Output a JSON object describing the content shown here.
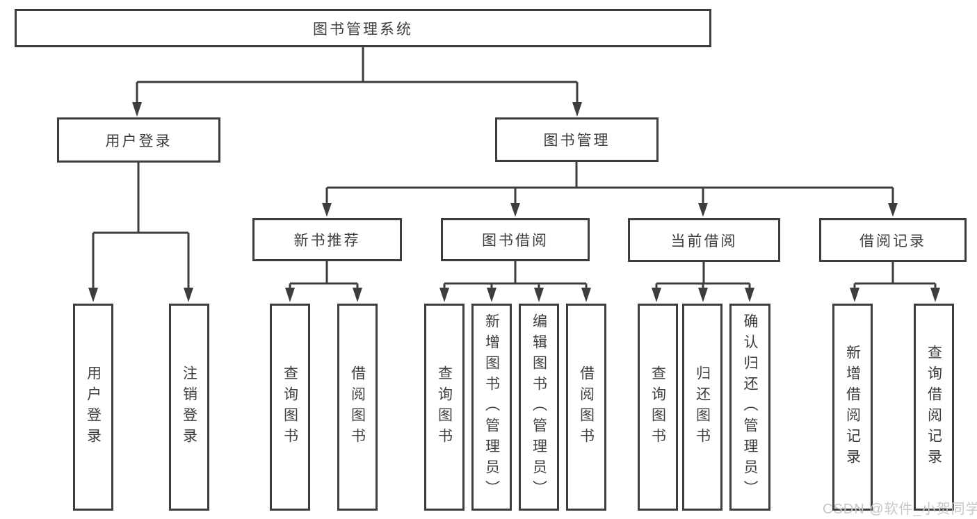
{
  "diagram": {
    "root": {
      "label": "图书管理系统"
    },
    "branches": [
      {
        "label": "用户登录",
        "children": [
          {
            "label": "用户登录"
          },
          {
            "label": "注销登录"
          }
        ]
      },
      {
        "label": "图书管理",
        "children": [
          {
            "label": "新书推荐",
            "children": [
              {
                "label": "查询图书"
              },
              {
                "label": "借阅图书"
              }
            ]
          },
          {
            "label": "图书借阅",
            "children": [
              {
                "label": "查询图书"
              },
              {
                "label": "新增图书（管理员）"
              },
              {
                "label": "编辑图书（管理员）"
              },
              {
                "label": "借阅图书"
              }
            ]
          },
          {
            "label": "当前借阅",
            "children": [
              {
                "label": "查询图书"
              },
              {
                "label": "归还图书"
              },
              {
                "label": "确认归还（管理员）"
              }
            ]
          },
          {
            "label": "借阅记录",
            "children": [
              {
                "label": "新增借阅记录"
              },
              {
                "label": "查询借阅记录"
              }
            ]
          }
        ]
      }
    ]
  },
  "watermark": {
    "text": "CSDN @软件_小贺同学"
  },
  "colors": {
    "line": "#3d3d3d",
    "text": "#3e3e3e",
    "watermark": "#c9c5c5",
    "background": "#ffffff"
  }
}
